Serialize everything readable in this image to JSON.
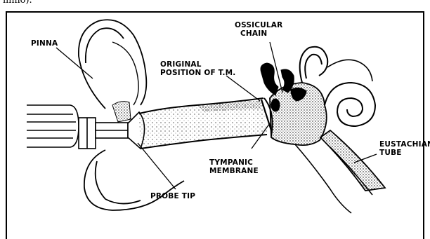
{
  "caption_fragment": "mmo).",
  "labels": {
    "pinna": "PINNA",
    "ossicular_chain": [
      "OSSICULAR",
      "CHAIN"
    ],
    "original_position": [
      "ORIGINAL",
      "POSITION OF T.M."
    ],
    "eustachian_tube": [
      "EUSTACHIAN",
      "TUBE"
    ],
    "tympanic_membrane": [
      "TYMPANIC",
      "MEMBRANE"
    ],
    "probe_tip": "PROBE TIP"
  }
}
